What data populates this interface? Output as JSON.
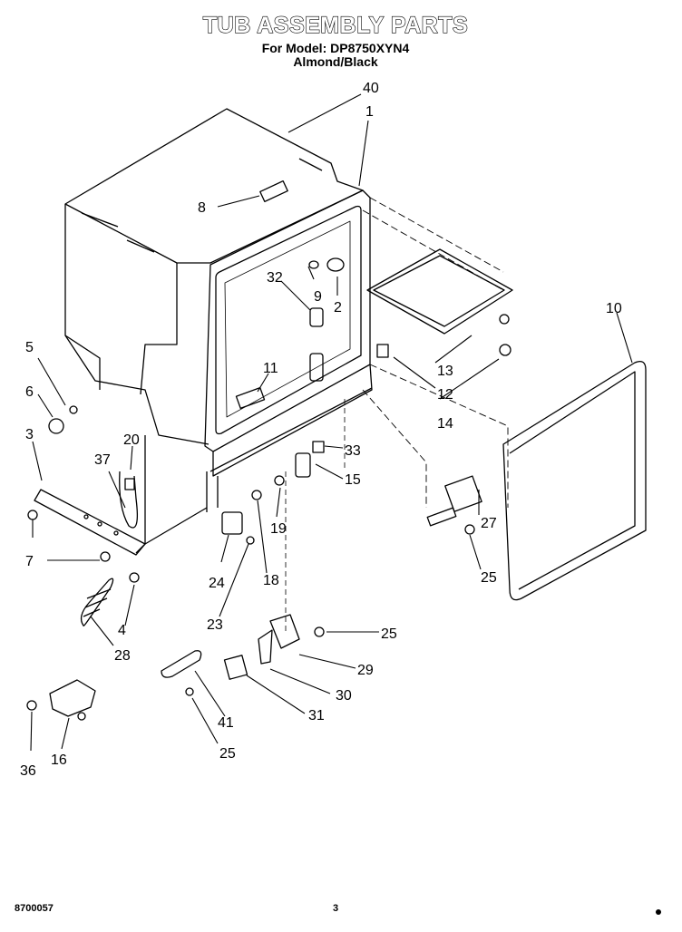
{
  "header": {
    "title": "TUB ASSEMBLY PARTS",
    "model_line": "For Model: DP8750XYN4",
    "color_line": "Almond/Black"
  },
  "footer": {
    "doc_number": "8700057",
    "page_number": "3"
  },
  "callouts": [
    "40",
    "1",
    "8",
    "9",
    "2",
    "32",
    "10",
    "5",
    "6",
    "3",
    "11",
    "13",
    "12",
    "14",
    "20",
    "37",
    "33",
    "15",
    "27",
    "7",
    "24",
    "19",
    "18",
    "25",
    "4",
    "28",
    "23",
    "29",
    "30",
    "31",
    "41",
    "36",
    "16"
  ]
}
